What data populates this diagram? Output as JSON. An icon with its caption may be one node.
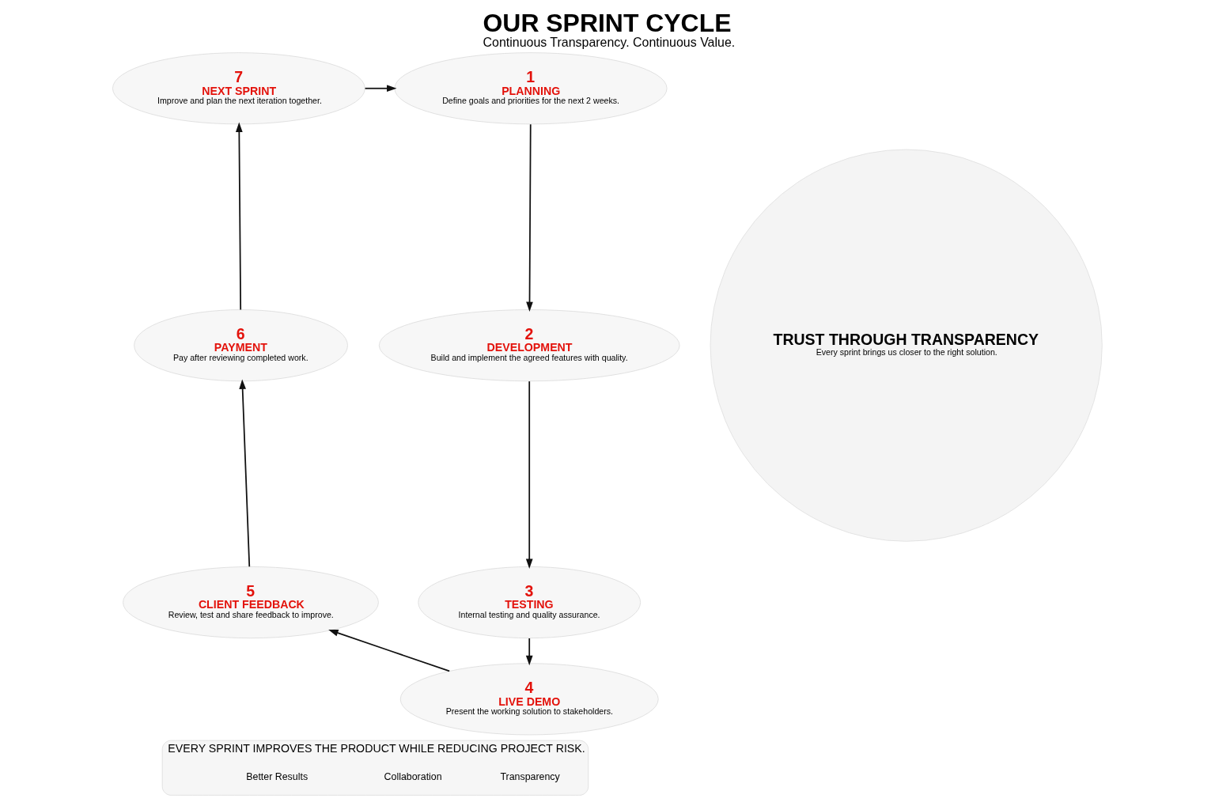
{
  "diagram": {
    "title": "OUR SPRINT CYCLE",
    "caption": "Continuous Transparency. Continuous Value.",
    "nodes": [
      {
        "text": [
          "1",
          "PLANNING",
          "Define goals and priorities for the next 2 weeks."
        ]
      },
      {
        "text": [
          "2",
          "DEVELOPMENT",
          "Build and implement the agreed features with quality."
        ]
      },
      {
        "text": [
          "3",
          "TESTING",
          "Internal testing and quality assurance."
        ]
      },
      {
        "text": [
          "4",
          "LIVE DEMO",
          "Present the working solution to stakeholders."
        ]
      },
      {
        "text": [
          "5",
          "CLIENT FEEDBACK",
          "Review, test and share feedback to improve."
        ]
      },
      {
        "text": [
          "6",
          "PAYMENT",
          "Pay after reviewing completed work."
        ]
      },
      {
        "text": [
          "7",
          "NEXT SPRINT",
          "Improve and plan the next iteration together."
        ]
      },
      {
        "text": [
          "TRUST THROUGH TRANSPARENCY",
          "Every sprint brings us closer to the right solution."
        ]
      },
      {
        "text": [
          "EVERY SPRINT IMPROVES THE PRODUCT WHILE REDUCING PROJECT RISK."
        ]
      },
      {
        "text": [
          "Transparency"
        ],
        "in": 8
      },
      {
        "text": [
          "Collaboration"
        ],
        "in": 8
      },
      {
        "text": [
          "Better Results"
        ],
        "in": 8
      }
    ],
    "edges": [
      {
        "from": 0,
        "to": 1,
        "arrow": "to"
      },
      {
        "from": 1,
        "to": 2,
        "arrow": "to"
      },
      {
        "from": 2,
        "to": 3,
        "arrow": "to"
      },
      {
        "from": 3,
        "to": 4,
        "arrow": "to"
      },
      {
        "from": 4,
        "to": 5,
        "arrow": "to"
      },
      {
        "from": 5,
        "to": 6,
        "arrow": "to"
      },
      {
        "from": 6,
        "to": 0,
        "arrow": "to"
      }
    ]
  }
}
